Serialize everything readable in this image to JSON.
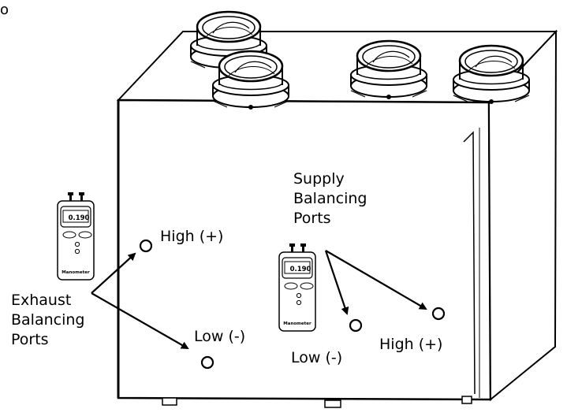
{
  "diagram": {
    "corner_text": "o",
    "supply_label": [
      "Supply",
      "Balancing",
      "Ports"
    ],
    "exhaust_label": [
      "Exhaust",
      "Balancing",
      "Ports"
    ],
    "exhaust_high": "High (+)",
    "exhaust_low": "Low (-)",
    "supply_low": "Low (-)",
    "supply_high": "High (+)",
    "manometer": {
      "reading": "0.190",
      "brand": "Manometer"
    },
    "colors": {
      "line": "#000000",
      "background": "#ffffff"
    }
  }
}
